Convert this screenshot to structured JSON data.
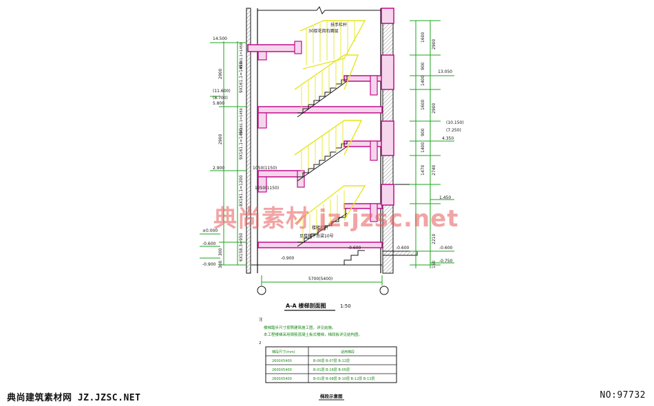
{
  "section": {
    "title": "A-A 楼梯剖面图",
    "scale": "1:50",
    "bottom_dim": "5700(5400)"
  },
  "levels_left": [
    "14.500",
    "(11.600)",
    "(8.700)",
    "5.800",
    "2.900",
    "±0.000",
    "-0.600",
    "-0.900"
  ],
  "levels_right": [
    "13.050",
    "(10.150)",
    "(7.250)",
    "4.350",
    "1.450",
    "-0.600",
    "-0.750"
  ],
  "dims_left": [
    "2900",
    "2900",
    "300",
    "300"
  ],
  "flight_labels_left": [
    "9X161.1=1450",
    "9X161.1=1450",
    "9X161.1=1450",
    "9X161.1=1450",
    "8X161.1=1200",
    "6X158.3=950"
  ],
  "dims_right": [
    "1600",
    "2900",
    "900",
    "1400",
    "1600",
    "2900",
    "900",
    "1400",
    "1470",
    "2740",
    "2210",
    "150"
  ],
  "landing_labels": [
    "1050(1150)",
    "1050(1150)"
  ],
  "callouts": [
    "扶手栏杆",
    "30厚花岗石面层",
    "楼梯栏杆",
    "见楼梯平台梁10号"
  ],
  "inner_levels": [
    "-0.600",
    "-0.900",
    "-0.600"
  ],
  "notes": {
    "heading": "注",
    "items": [
      "楼梯踏步尺寸按照建筑施工图，详见结施。",
      "本工程楼梯采用钢筋混凝土板式楼梯，梯段板详见结构图。"
    ],
    "sub": "2"
  },
  "table": {
    "headers": [
      "梯段尺寸(mm)",
      "适用梯段"
    ],
    "rows": [
      [
        "2600X5400",
        "B-06层  B-07层  B-12层"
      ],
      [
        "2600X5400",
        "B-01层  B-16层  B-05层"
      ],
      [
        "2600X5400",
        "B-01层  B-08层  B-10层  B-12层  B-13层"
      ]
    ],
    "caption": "梯段示意图"
  },
  "footer": {
    "left": "典尚建筑素材网 JZ.JZSC.NET",
    "right": "NO:97732"
  },
  "watermark": "典尚素材 jz.jzsc.net",
  "colors": {
    "wall": "#0a0a0a",
    "slab_hatch": "#c20a8a",
    "railing": "#e6e61e",
    "dimension": "#1aa31a",
    "text": "#111111"
  }
}
